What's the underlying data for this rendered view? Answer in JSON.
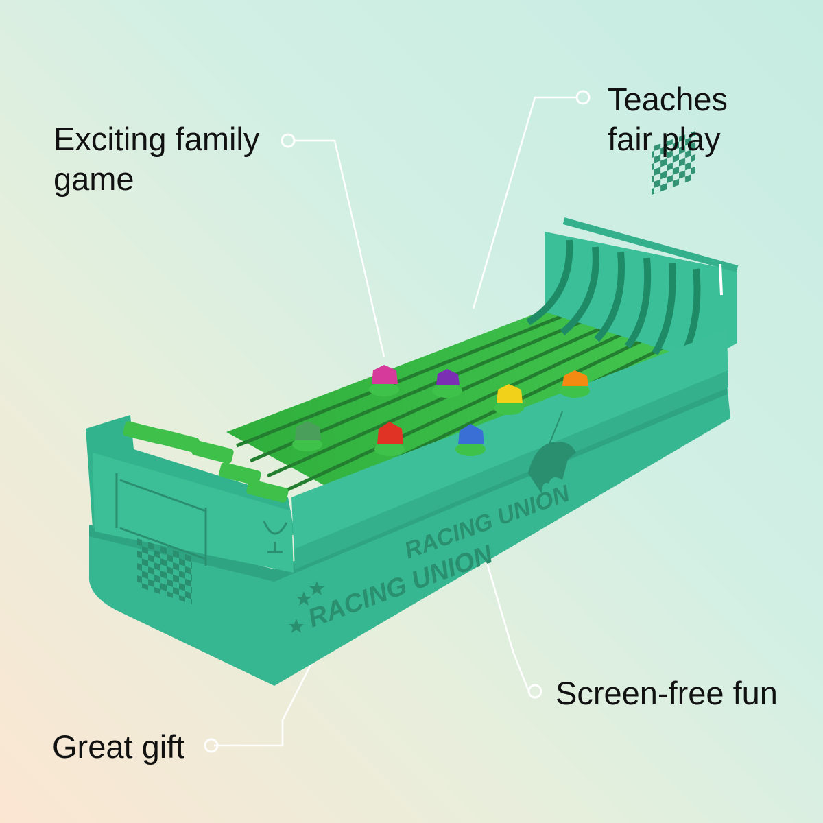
{
  "callouts": {
    "family_game": {
      "line1": "Exciting family",
      "line2": "game"
    },
    "fair_play": {
      "line1": "Teaches",
      "line2": "fair play"
    },
    "screen_free": {
      "line1": "Screen-free fun"
    },
    "gift": {
      "line1": "Great gift"
    }
  },
  "product": {
    "brand_front": "RACING UNION",
    "brand_side": "RACING UNION",
    "body_color": "#3dbf9a",
    "track_color": "#3fc24a",
    "horse_pieces": [
      {
        "name": "pink",
        "color": "#d63a9a"
      },
      {
        "name": "purple",
        "color": "#7b2fb3"
      },
      {
        "name": "yellow",
        "color": "#f2d11a"
      },
      {
        "name": "orange",
        "color": "#f58a12"
      },
      {
        "name": "green",
        "color": "#4aa05a"
      },
      {
        "name": "red",
        "color": "#e03325"
      },
      {
        "name": "blue",
        "color": "#3a6fd6"
      }
    ]
  },
  "icons": [
    "trophy-icon",
    "horse-rider-icon",
    "checkered-flag-icon",
    "stars-icon"
  ]
}
